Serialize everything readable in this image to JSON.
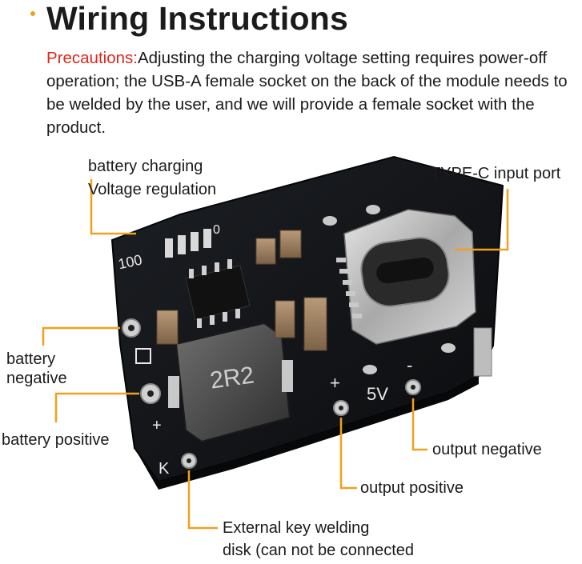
{
  "title": "Wiring Instructions",
  "precautions": {
    "label": "Precautions:",
    "text": "Adjusting the charging voltage setting requires power-off operation; the USB-A female socket on the back of the module needs to be welded by the user, and we will provide a female socket with the product."
  },
  "callouts": {
    "battery_charging_line1": "battery charging",
    "battery_charging_line2": "Voltage regulation",
    "type_c": "TYPE-C input port",
    "battery_negative_line1": "battery",
    "battery_negative_line2": "negative",
    "battery_positive": "battery positive",
    "output_negative": "output negative",
    "output_positive": "output positive",
    "external_key_line1": "External key welding",
    "external_key_line2": "disk (can not be connected"
  },
  "board_markings": {
    "inductor": "2R2",
    "resistor_code": "100",
    "five_v": "5V",
    "plus": "+",
    "minus": "-",
    "k": "K",
    "zero": "0"
  },
  "colors": {
    "accent_orange": "#f0a01e",
    "precaution_red": "#e0261b",
    "pcb": "#121418"
  }
}
